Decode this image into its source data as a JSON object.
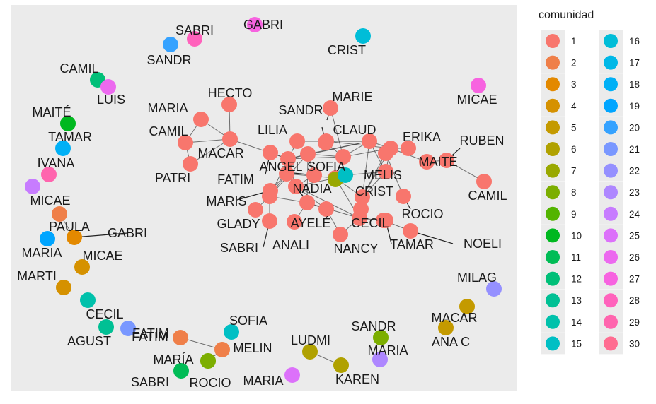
{
  "chart_data": {
    "type": "network",
    "legend": {
      "title": "comunidad",
      "position": "right",
      "entries": [
        {
          "label": "1",
          "color": "#F8766D"
        },
        {
          "label": "2",
          "color": "#EF7F49"
        },
        {
          "label": "3",
          "color": "#E38900"
        },
        {
          "label": "4",
          "color": "#D59100"
        },
        {
          "label": "5",
          "color": "#C49A00"
        },
        {
          "label": "6",
          "color": "#B0A100"
        },
        {
          "label": "7",
          "color": "#99A800"
        },
        {
          "label": "8",
          "color": "#7CAE00"
        },
        {
          "label": "9",
          "color": "#53B400"
        },
        {
          "label": "10",
          "color": "#00B81F"
        },
        {
          "label": "11",
          "color": "#00BC56"
        },
        {
          "label": "12",
          "color": "#00BF78"
        },
        {
          "label": "13",
          "color": "#00C094"
        },
        {
          "label": "14",
          "color": "#00C1AB"
        },
        {
          "label": "15",
          "color": "#00BFC4"
        },
        {
          "label": "16",
          "color": "#00BDD8"
        },
        {
          "label": "17",
          "color": "#00B8E7"
        },
        {
          "label": "18",
          "color": "#00B0F6"
        },
        {
          "label": "19",
          "color": "#00A5FF"
        },
        {
          "label": "20",
          "color": "#35A2FF"
        },
        {
          "label": "21",
          "color": "#7997FF"
        },
        {
          "label": "22",
          "color": "#9590FF"
        },
        {
          "label": "23",
          "color": "#AE87FF"
        },
        {
          "label": "24",
          "color": "#C77CFF"
        },
        {
          "label": "25",
          "color": "#DC71FA"
        },
        {
          "label": "26",
          "color": "#EC69EF"
        },
        {
          "label": "27",
          "color": "#F763E0"
        },
        {
          "label": "28",
          "color": "#FF62BC"
        },
        {
          "label": "29",
          "color": "#FF65AE"
        },
        {
          "label": "30",
          "color": "#FF6C91"
        }
      ]
    },
    "nodes": [
      {
        "id": "n_sandr1",
        "label": "SANDR",
        "community": 20
      },
      {
        "id": "n_sabri1",
        "label": "SABRI",
        "community": 28
      },
      {
        "id": "n_gabri1",
        "label": "GABRI",
        "community": 27
      },
      {
        "id": "n_crist1",
        "label": "CRIST",
        "community": 16
      },
      {
        "id": "n_camil1",
        "label": "CAMIL",
        "community": 12
      },
      {
        "id": "n_luis",
        "label": "LUIS",
        "community": 26
      },
      {
        "id": "n_maite1",
        "label": "MAITÉ",
        "community": 10
      },
      {
        "id": "n_tamar1",
        "label": "TAMAR",
        "community": 18
      },
      {
        "id": "n_ivana",
        "label": "IVANA",
        "community": 29
      },
      {
        "id": "n_micae1",
        "label": "MICAE",
        "community": 24
      },
      {
        "id": "n_micae2",
        "label": "MICAE",
        "community": 27
      },
      {
        "id": "n_paula",
        "label": "PAULA",
        "community": 2
      },
      {
        "id": "n_gabri2",
        "label": "GABRI",
        "community": 3
      },
      {
        "id": "n_maria_l",
        "label": "MARIA",
        "community": 19
      },
      {
        "id": "n_micae3",
        "label": "MICAE",
        "community": 4
      },
      {
        "id": "n_marti",
        "label": "MARTI",
        "community": 4
      },
      {
        "id": "n_cecil1",
        "label": "CECIL",
        "community": 14
      },
      {
        "id": "n_agust",
        "label": "AGUST",
        "community": 13
      },
      {
        "id": "n_fatim1",
        "label": "FATIM",
        "community": 21
      },
      {
        "id": "n_fatim2",
        "label": "FATIM",
        "community": 2
      },
      {
        "id": "n_maria_acc",
        "label": "MARÍA",
        "community": 8
      },
      {
        "id": "n_sofia1",
        "label": "SOFIA",
        "community": 15
      },
      {
        "id": "n_melin",
        "label": "MELIN",
        "community": 2
      },
      {
        "id": "n_sabri2",
        "label": "SABRI",
        "community": 11
      },
      {
        "id": "n_rocio1",
        "label": "ROCIO",
        "community": 8
      },
      {
        "id": "n_maria_b",
        "label": "MARIA",
        "community": 25
      },
      {
        "id": "n_ludmi",
        "label": "LUDMI",
        "community": 6
      },
      {
        "id": "n_karen",
        "label": "KAREN",
        "community": 6
      },
      {
        "id": "n_sandr2",
        "label": "SANDR",
        "community": 8
      },
      {
        "id": "n_maria_r",
        "label": "MARIA",
        "community": 23
      },
      {
        "id": "n_macar2",
        "label": "MACAR",
        "community": 5
      },
      {
        "id": "n_anac",
        "label": "ANA C",
        "community": 5
      },
      {
        "id": "n_milag",
        "label": "MILAG",
        "community": 22
      },
      {
        "id": "n_hecto",
        "label": "HECTO",
        "community": 1
      },
      {
        "id": "n_maria_c",
        "label": "MARIA",
        "community": 1
      },
      {
        "id": "n_camil2",
        "label": "CAMIL",
        "community": 1
      },
      {
        "id": "n_macar1",
        "label": "MACAR",
        "community": 1
      },
      {
        "id": "n_patri",
        "label": "PATRI",
        "community": 1
      },
      {
        "id": "n_marie",
        "label": "MARIE",
        "community": 1
      },
      {
        "id": "n_sandr3",
        "label": "SANDR",
        "community": 1
      },
      {
        "id": "n_lilia",
        "label": "LILIA",
        "community": 1
      },
      {
        "id": "n_claud",
        "label": "CLAUD",
        "community": 1
      },
      {
        "id": "n_erika",
        "label": "ERIKA",
        "community": 1
      },
      {
        "id": "n_ruben",
        "label": "RUBEN",
        "community": 1
      },
      {
        "id": "n_maite2",
        "label": "MAITÉ",
        "community": 1
      },
      {
        "id": "n_camil3",
        "label": "CAMIL",
        "community": 1
      },
      {
        "id": "n_fatim3",
        "label": "FATIM",
        "community": 1
      },
      {
        "id": "n_angel",
        "label": "ANGEL",
        "community": 1
      },
      {
        "id": "n_sofia2",
        "label": "SOFIA",
        "community": 1
      },
      {
        "id": "n_nadia",
        "label": "NADIA",
        "community": 1
      },
      {
        "id": "n_melis",
        "label": "MELIS",
        "community": 1
      },
      {
        "id": "n_crist2",
        "label": "CRIST",
        "community": 1
      },
      {
        "id": "n_maris",
        "label": "MARIS",
        "community": 1
      },
      {
        "id": "n_glady",
        "label": "GLADY",
        "community": 1
      },
      {
        "id": "n_ayele",
        "label": "AYELÉ",
        "community": 1
      },
      {
        "id": "n_cecil2",
        "label": "CECIL",
        "community": 1
      },
      {
        "id": "n_rocio2",
        "label": "ROCIO",
        "community": 1
      },
      {
        "id": "n_sabri3",
        "label": "SABRI",
        "community": 1
      },
      {
        "id": "n_anali",
        "label": "ANALI",
        "community": 1
      },
      {
        "id": "n_nancy",
        "label": "NANCY",
        "community": 1
      },
      {
        "id": "n_tamar2",
        "label": "TAMAR",
        "community": 1
      },
      {
        "id": "n_noeli",
        "label": "NOELI",
        "community": 1
      },
      {
        "id": "n_c1",
        "label": "",
        "community": 1
      },
      {
        "id": "n_c2",
        "label": "",
        "community": 1
      },
      {
        "id": "n_c3",
        "label": "",
        "community": 1
      },
      {
        "id": "n_c4",
        "label": "",
        "community": 1
      },
      {
        "id": "n_c5",
        "label": "",
        "community": 1
      },
      {
        "id": "n_c6",
        "label": "",
        "community": 1
      },
      {
        "id": "n_c7",
        "label": "",
        "community": 1
      },
      {
        "id": "n_c8",
        "label": "",
        "community": 1
      },
      {
        "id": "n_c9",
        "label": "",
        "community": 1
      },
      {
        "id": "n_c10",
        "label": "",
        "community": 1
      },
      {
        "id": "n_c11",
        "label": "",
        "community": 1
      },
      {
        "id": "n_c12",
        "label": "",
        "community": 7
      },
      {
        "id": "n_c13",
        "label": "",
        "community": 15
      }
    ],
    "edges": [
      [
        "n_fatim2",
        "n_melin"
      ],
      [
        "n_maria_acc",
        "n_melin"
      ],
      [
        "n_ludmi",
        "n_karen"
      ],
      [
        "n_paula",
        "n_gabri2"
      ],
      [
        "n_hecto",
        "n_macar1"
      ],
      [
        "n_maria_c",
        "n_camil2"
      ],
      [
        "n_maria_c",
        "n_macar1"
      ],
      [
        "n_camil2",
        "n_macar1"
      ],
      [
        "n_camil2",
        "n_patri"
      ],
      [
        "n_macar1",
        "n_patri"
      ],
      [
        "n_macar1",
        "n_c1"
      ],
      [
        "n_marie",
        "n_c3"
      ],
      [
        "n_sandr3",
        "n_c3"
      ],
      [
        "n_lilia",
        "n_c1"
      ],
      [
        "n_claud",
        "n_c4"
      ],
      [
        "n_erika",
        "n_c5"
      ],
      [
        "n_ruben",
        "n_camil3"
      ],
      [
        "n_maite2",
        "n_c5"
      ],
      [
        "n_maite2",
        "n_ruben"
      ],
      [
        "n_fatim3",
        "n_c1"
      ],
      [
        "n_angel",
        "n_c2"
      ],
      [
        "n_nadia",
        "n_sofia2"
      ],
      [
        "n_nadia",
        "n_c1"
      ],
      [
        "n_maris",
        "n_c6"
      ],
      [
        "n_glady",
        "n_c7"
      ],
      [
        "n_ayele",
        "n_c8"
      ],
      [
        "n_cecil2",
        "n_c9"
      ],
      [
        "n_rocio2",
        "n_c10"
      ],
      [
        "n_sabri3",
        "n_c7"
      ],
      [
        "n_anali",
        "n_c8"
      ],
      [
        "n_nancy",
        "n_ayele"
      ],
      [
        "n_tamar2",
        "n_c11"
      ],
      [
        "n_noeli",
        "n_c11"
      ],
      [
        "n_c1",
        "n_c2"
      ],
      [
        "n_c1",
        "n_c3"
      ],
      [
        "n_c1",
        "n_c6"
      ],
      [
        "n_c1",
        "n_c7"
      ],
      [
        "n_c2",
        "n_c3"
      ],
      [
        "n_c2",
        "n_c4"
      ],
      [
        "n_c3",
        "n_c4"
      ],
      [
        "n_c3",
        "n_sofia2"
      ],
      [
        "n_c4",
        "n_c5"
      ],
      [
        "n_c4",
        "n_melis"
      ],
      [
        "n_c5",
        "n_melis"
      ],
      [
        "n_c5",
        "n_crist2"
      ],
      [
        "n_melis",
        "n_crist2"
      ],
      [
        "n_c12",
        "n_c13"
      ],
      [
        "n_c13",
        "n_melis"
      ],
      [
        "n_crist2",
        "n_c10"
      ],
      [
        "n_crist2",
        "n_c9"
      ],
      [
        "n_c9",
        "n_c11"
      ],
      [
        "n_c9",
        "n_nancy"
      ],
      [
        "n_c6",
        "n_c7"
      ],
      [
        "n_c6",
        "n_c8"
      ],
      [
        "n_c7",
        "n_c8"
      ],
      [
        "n_c8",
        "n_c9"
      ],
      [
        "n_nadia",
        "n_ayele"
      ],
      [
        "n_nadia",
        "n_c9"
      ],
      [
        "n_sofia2",
        "n_crist2"
      ],
      [
        "n_angel",
        "n_nadia"
      ],
      [
        "n_c2",
        "n_c8"
      ],
      [
        "n_c6",
        "n_sofia2"
      ],
      [
        "n_c5",
        "n_c10"
      ],
      [
        "n_lilia",
        "n_c4"
      ],
      [
        "n_claud",
        "n_c5"
      ],
      [
        "n_c1",
        "n_c4"
      ],
      [
        "n_c2",
        "n_c7"
      ],
      [
        "n_sofia2",
        "n_c9"
      ],
      [
        "n_c3",
        "n_c5"
      ],
      [
        "n_c4",
        "n_crist2"
      ]
    ]
  }
}
